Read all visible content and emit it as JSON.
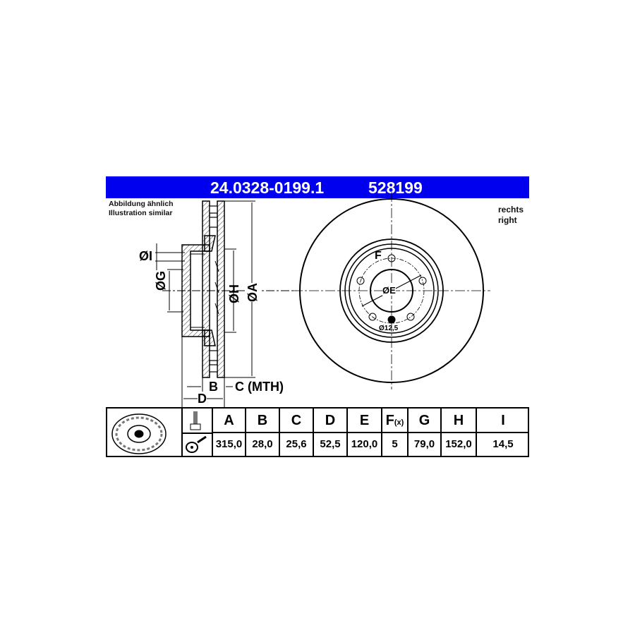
{
  "header": {
    "part_number": "24.0328-0199.1",
    "reference": "528199",
    "background": "#0000ee"
  },
  "note": {
    "line1": "Abbildung ähnlich",
    "line2": "Illustration similar"
  },
  "side": {
    "line1": "rechts",
    "line2": "right"
  },
  "dimension_labels": {
    "I": "ØI",
    "G": "ØG",
    "H": "ØH",
    "A": "ØA",
    "B": "B",
    "C": "C (MTH)",
    "D": "D",
    "E": "ØE",
    "F": "F",
    "hole": "Ø12,5"
  },
  "table": {
    "columns": [
      {
        "key": "A",
        "value": "315,0"
      },
      {
        "key": "B",
        "value": "28,0"
      },
      {
        "key": "C",
        "value": "25,6"
      },
      {
        "key": "D",
        "value": "52,5"
      },
      {
        "key": "E",
        "value": "120,0"
      },
      {
        "key": "F",
        "sub": "(x)",
        "value": "5"
      },
      {
        "key": "G",
        "value": "79,0"
      },
      {
        "key": "H",
        "value": "152,0"
      },
      {
        "key": "I",
        "value": "14,5"
      }
    ]
  }
}
